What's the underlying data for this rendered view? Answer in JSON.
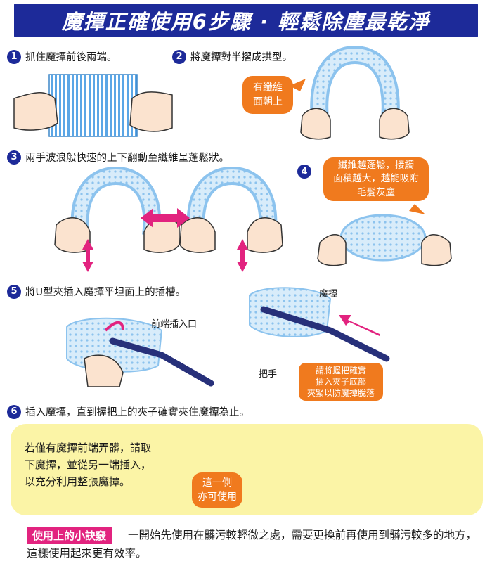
{
  "title": "魔撢正確使用6步驟 · 輕鬆除塵最乾淨",
  "steps": [
    {
      "num": "1",
      "text": "抓住魔撢前後兩端。"
    },
    {
      "num": "2",
      "text": "將魔撢對半摺成拱型。"
    },
    {
      "num": "3",
      "text": "兩手波浪般快速的上下翻動至纖維呈蓬鬆狀。"
    },
    {
      "num": "4",
      "text": ""
    },
    {
      "num": "5",
      "text": "將U型夾插入魔撢平坦面上的插槽。"
    },
    {
      "num": "6",
      "text": "插入魔撢，直到握把上的夾子確實夾住魔撢為止。"
    }
  ],
  "callouts": {
    "fiber_up": "有纖維\n面朝上",
    "fluffy": "纖維越蓬鬆，接觸\n面積越大，越能吸附\n毛髮灰塵",
    "front_slot": "前端插入口",
    "duster": "魔撢",
    "handle": "把手",
    "grip_note": "請將握把確實\n插入夾子底部\n夾緊以防魔撢脫落",
    "this_side": "這一側\n亦可使用"
  },
  "tip_box": "若僅有魔撢前端弄髒，請取\n下魔撢，並從另一端插入，\n以充分利用整張魔撢。",
  "footer": {
    "tag": "使用上的小訣竅",
    "text": "一開始先使用在髒污較輕微之處，需要更換前再使用到髒污較多的地方，這樣使用起來更有效率。"
  },
  "colors": {
    "banner": "#1d2a99",
    "accent_orange": "#f07a1e",
    "accent_pink": "#e2237f",
    "tip_bg": "#fbf4a6"
  }
}
